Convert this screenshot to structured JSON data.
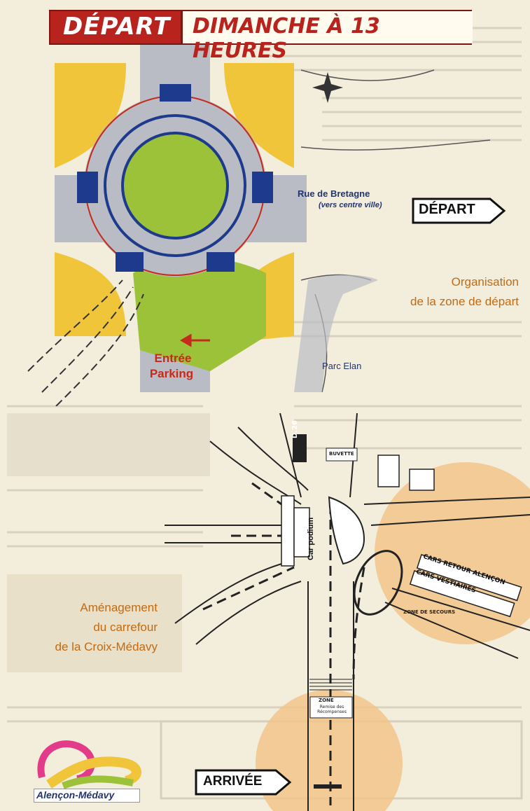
{
  "banner": {
    "part1": "DÉPART",
    "part2": "DIMANCHE À 13 HEURES"
  },
  "map_top": {
    "street": "Rue de Bretagne",
    "street_sub": "(vers centre ville)",
    "depart_sign": "DÉPART",
    "parking_line1": "Entrée",
    "parking_line2": "Parking",
    "parc": "Parc Elan",
    "caption_line1": "Organisation",
    "caption_line2": "de la zone de départ"
  },
  "map_bottom": {
    "road": "D.26",
    "buvette": "BUVETTE",
    "podium": "Car podium",
    "cars_retour": "CARS RETOUR ALENÇON",
    "cars_vestiaires": "CARS VESTIAIRES",
    "zone_secours": "ZONE DE SECOURS",
    "zone": "ZONE",
    "zone_sub": "Remise des Récompenses",
    "arrivee_sign": "ARRIVÉE",
    "caption_line1": "Aménagement",
    "caption_line2": "du carrefour",
    "caption_line3": "de la Croix-Médavy"
  },
  "logo": {
    "text": "Alençon-Médavy"
  },
  "colors": {
    "red": "#b8231d",
    "blue": "#1d3a8c",
    "yellow": "#f0c53a",
    "green": "#9cc23a",
    "orange": "#c56a10",
    "peach": "#f2c48a"
  }
}
